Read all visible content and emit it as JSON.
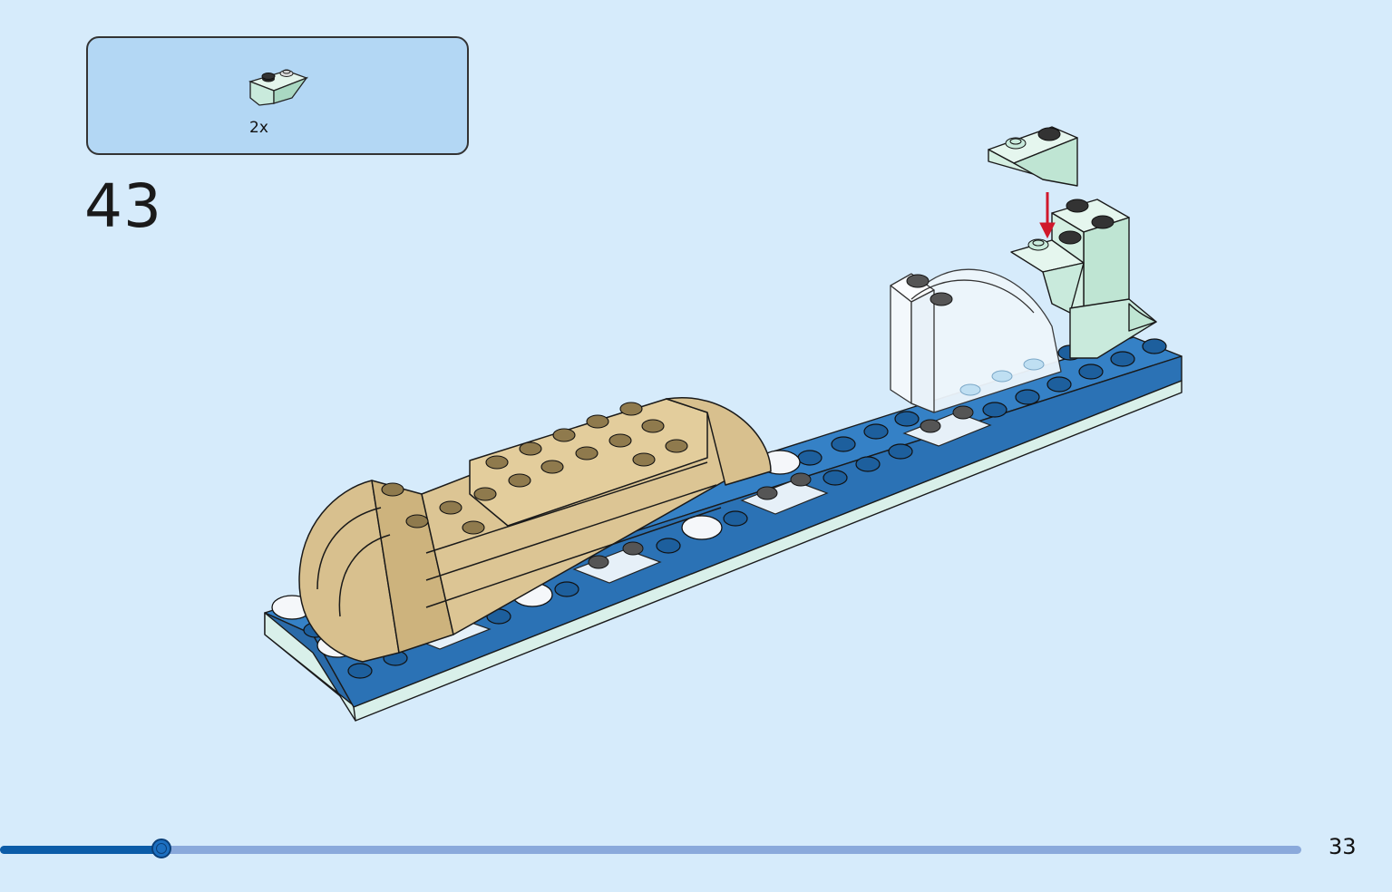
{
  "parts_list": {
    "quantity": "2x",
    "part_icon": "inverted-slope-brick-icon",
    "part_color": "#c9eadc"
  },
  "step": {
    "number": "43"
  },
  "colors": {
    "background": "#d6ebfb",
    "base_plate": "#2f7bbf",
    "tan": "#d9c18f",
    "mint": "#c9eadc",
    "arrow": "#d0182b"
  },
  "progress": {
    "fraction": 0.124
  },
  "footer": {
    "page_number": "33"
  }
}
